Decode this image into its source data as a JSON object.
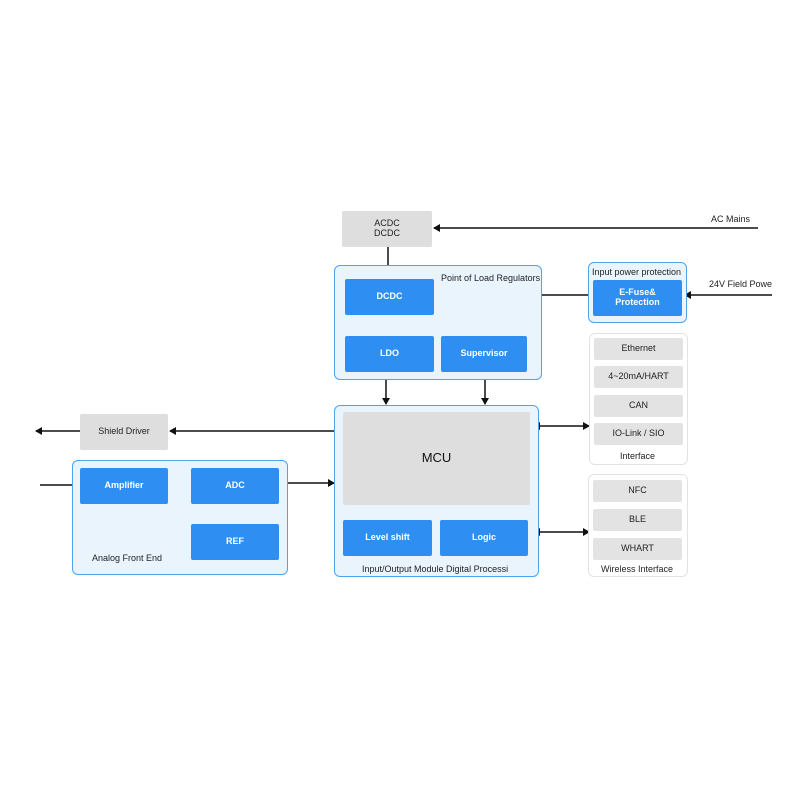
{
  "power": {
    "acdc": "ACDC\nDCDC",
    "ac_mains": "AC Mains",
    "field_power": "24V Field Powe",
    "input_protection_title": "Input power protection",
    "efuse": "E-Fuse&\nProtection",
    "pol_title": "Point of Load Regulators",
    "dcdc": "DCDC",
    "ldo": "LDO",
    "supervisor": "Supervisor"
  },
  "shield_driver": "Shield Driver",
  "afe": {
    "title": "Analog Front End",
    "amplifier": "Amplifier",
    "adc": "ADC",
    "ref": "REF"
  },
  "processing": {
    "title": "Input/Output Module Digital Processi",
    "mcu": "MCU",
    "level_shift": "Level shift",
    "logic": "Logic"
  },
  "interface": {
    "title": "Interface",
    "items": [
      "Ethernet",
      "4~20mA/HART",
      "CAN",
      "IO-Link / SIO"
    ]
  },
  "wireless": {
    "title": "Wireless Interface",
    "items": [
      "NFC",
      "BLE",
      "WHART"
    ]
  },
  "colors": {
    "block_blue": "#2f8ef2",
    "group_fill": "#eaf4fd",
    "group_border": "#4da3ee",
    "gray_block": "#dedede",
    "arrow": "#111111"
  }
}
